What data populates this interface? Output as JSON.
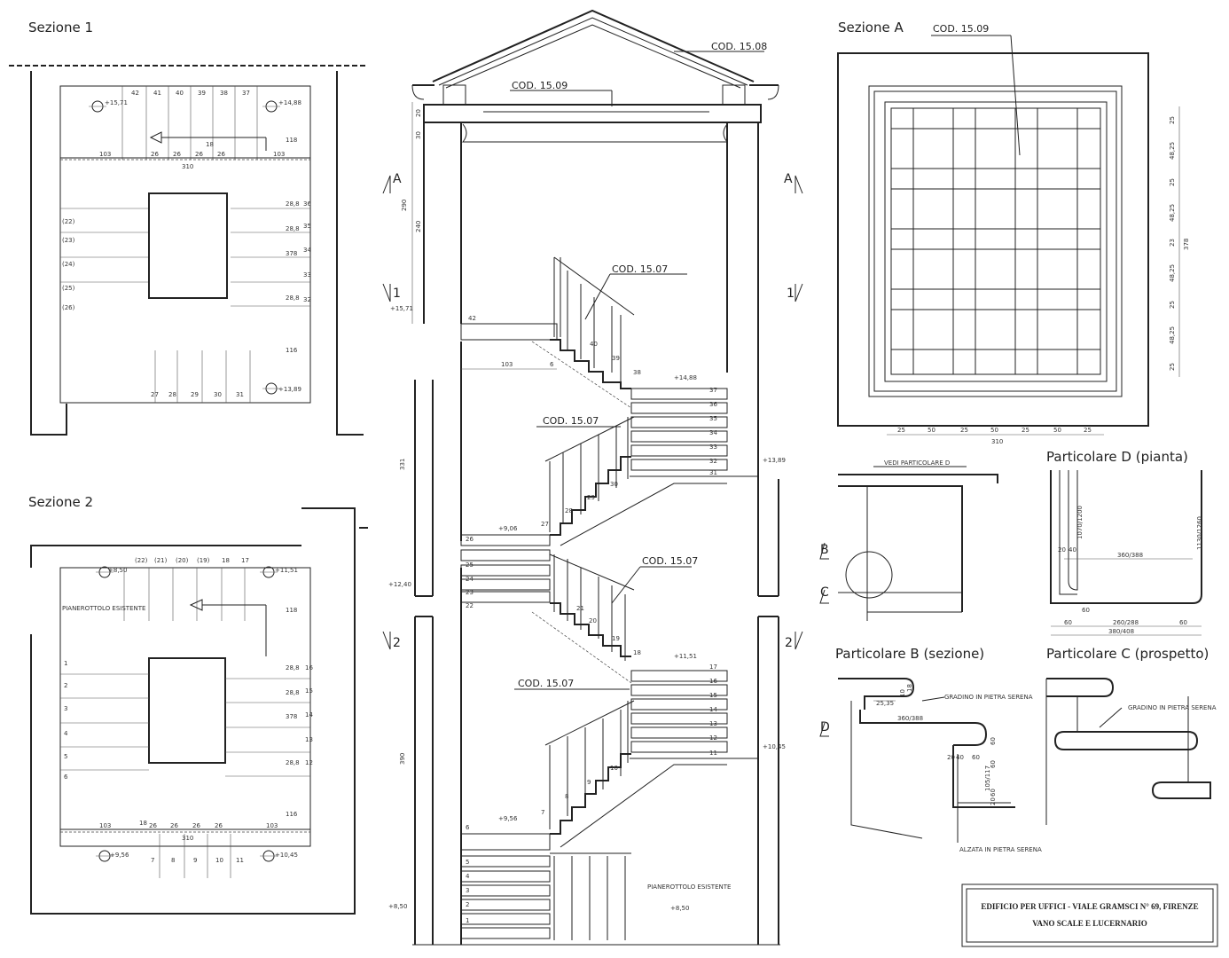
{
  "sections": {
    "sezione1": {
      "title": "Sezione 1",
      "levels": [
        "+15,71",
        "+14,88",
        "+13,89"
      ],
      "top_steps": [
        "42",
        "41",
        "40",
        "39",
        "38",
        "37"
      ],
      "bottom_steps": [
        "27",
        "28",
        "29",
        "30",
        "31"
      ],
      "right_steps": [
        "36",
        "35",
        "34",
        "33",
        "32"
      ],
      "left_steps": [
        "(22)",
        "(23)",
        "(24)",
        "(25)",
        "(26)"
      ],
      "dims": {
        "a": "103",
        "b": "26",
        "c": "26",
        "d": "26",
        "e": "26",
        "f": "103",
        "total": "310",
        "tread": "28,8",
        "height": "378",
        "w1": "118",
        "w2": "116",
        "h1": "18"
      }
    },
    "sezione2": {
      "title": "Sezione 2",
      "levels": [
        "+8,50",
        "+11,51",
        "+9,56",
        "+10,45"
      ],
      "top_steps": [
        "(22)",
        "(21)",
        "(20)",
        "(19)",
        "18",
        "17"
      ],
      "bottom_steps": [
        "7",
        "8",
        "9",
        "10",
        "11"
      ],
      "right_steps": [
        "16",
        "15",
        "14",
        "13",
        "12"
      ],
      "left_steps": [
        "1",
        "2",
        "3",
        "4",
        "5",
        "6"
      ],
      "landing_label": "PIANEROTTOLO ESISTENTE",
      "dims": {
        "a": "103",
        "b": "26",
        "c": "26",
        "d": "26",
        "e": "26",
        "f": "103",
        "total": "310",
        "tread": "28,8",
        "height": "378",
        "w1": "118",
        "w2": "116",
        "h1": "18"
      }
    },
    "main": {
      "codes": {
        "roof": "COD. 15.08",
        "skylight": "COD. 15.09",
        "rail1": "COD. 15.07",
        "rail2": "COD. 15.07",
        "rail3": "COD. 15.07",
        "rail4": "COD. 15.07"
      },
      "levels": [
        "+15,71",
        "+14,88",
        "+13,89",
        "+12,40",
        "+11,51",
        "+10,45",
        "+9,56",
        "+9,06",
        "+8,50",
        "+8,50"
      ],
      "cut_marks": {
        "A": "A",
        "one": "1",
        "two": "2"
      },
      "dims": {
        "d1": "20",
        "d2": "30",
        "d3": "290",
        "d4": "240",
        "d5": "331",
        "d6": "390",
        "d7": "103",
        "d8": "6"
      },
      "steps_upper": [
        "37",
        "36",
        "35",
        "34",
        "33",
        "32",
        "31"
      ],
      "steps_mid": [
        "30",
        "29",
        "28",
        "27",
        "26",
        "25",
        "24",
        "23",
        "22"
      ],
      "steps_lower": [
        "17",
        "16",
        "15",
        "14",
        "13",
        "12",
        "11"
      ],
      "steps_small": [
        "42",
        "40",
        "39",
        "38",
        "21",
        "20",
        "19",
        "18",
        "10",
        "9",
        "8",
        "7",
        "6",
        "5",
        "4",
        "3",
        "2",
        "1"
      ],
      "landing_label": "PIANEROTTOLO ESISTENTE"
    },
    "sezioneA": {
      "title": "Sezione A",
      "code": "COD. 15.09",
      "dims_bottom": [
        "25",
        "50",
        "25",
        "50",
        "25",
        "50",
        "25"
      ],
      "total": "310",
      "dims_right": [
        "25",
        "48,25",
        "25",
        "48,25",
        "23",
        "48,25",
        "25",
        "48,25",
        "25"
      ],
      "height": "378"
    },
    "particolareD": {
      "title": "Particolare D (pianta)",
      "dims": [
        "1070/1200",
        "1130/1260",
        "20",
        "40",
        "360/388",
        "60",
        "60",
        "260/288",
        "60",
        "380/408"
      ]
    },
    "particolareB": {
      "title": "Particolare B (sezione)",
      "vedi": "VEDI PARTICOLARE D",
      "gradino": "GRADINO IN PIETRA SERENA",
      "alzata": "ALZATA IN PIETRA SERENA",
      "dims": [
        "25,35",
        "10",
        "18",
        "360/388",
        "60",
        "20",
        "40",
        "60",
        "60",
        "105/117",
        "20",
        "60"
      ],
      "marks": [
        "B",
        "C",
        "D"
      ]
    },
    "particolareC": {
      "title": "Particolare C (prospetto)",
      "gradino": "GRADINO IN PIETRA SERENA"
    }
  },
  "cartouche": {
    "line1": "EDIFICIO PER UFFICI - VIALE GRAMSCI N° 69, FIRENZE",
    "line2": "VANO SCALE E LUCERNARIO"
  }
}
